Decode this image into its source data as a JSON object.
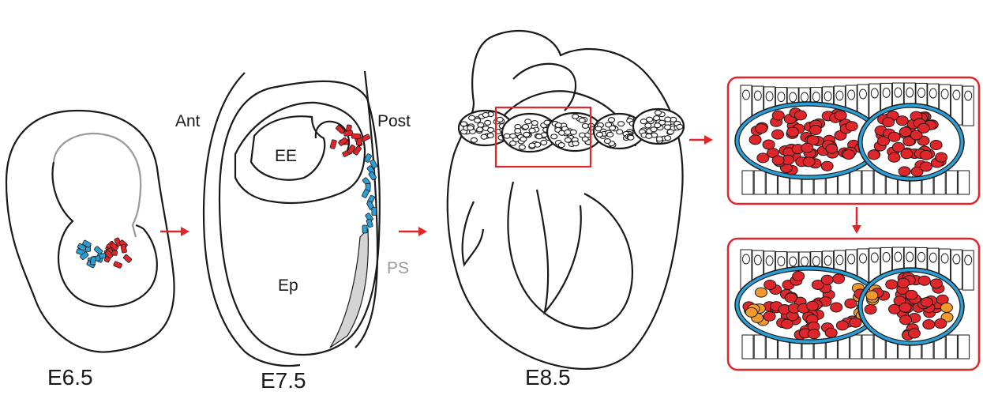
{
  "labels": {
    "stage_e65": "E6.5",
    "stage_e75": "E7.5",
    "stage_e85": "E8.5",
    "anterior": "Ant",
    "posterior": "Post",
    "extraembryonic": "EE",
    "epiblast": "Ep",
    "primitive_streak": "PS"
  },
  "colors": {
    "outline": "#1a1a1a",
    "red_cells": "#e0262b",
    "blue_cells": "#2a9fd6",
    "orange_cells": "#f29a2e",
    "arrow": "#e0262b",
    "box_border": "#e0262b",
    "streak_fill": "#d4d4d4"
  }
}
